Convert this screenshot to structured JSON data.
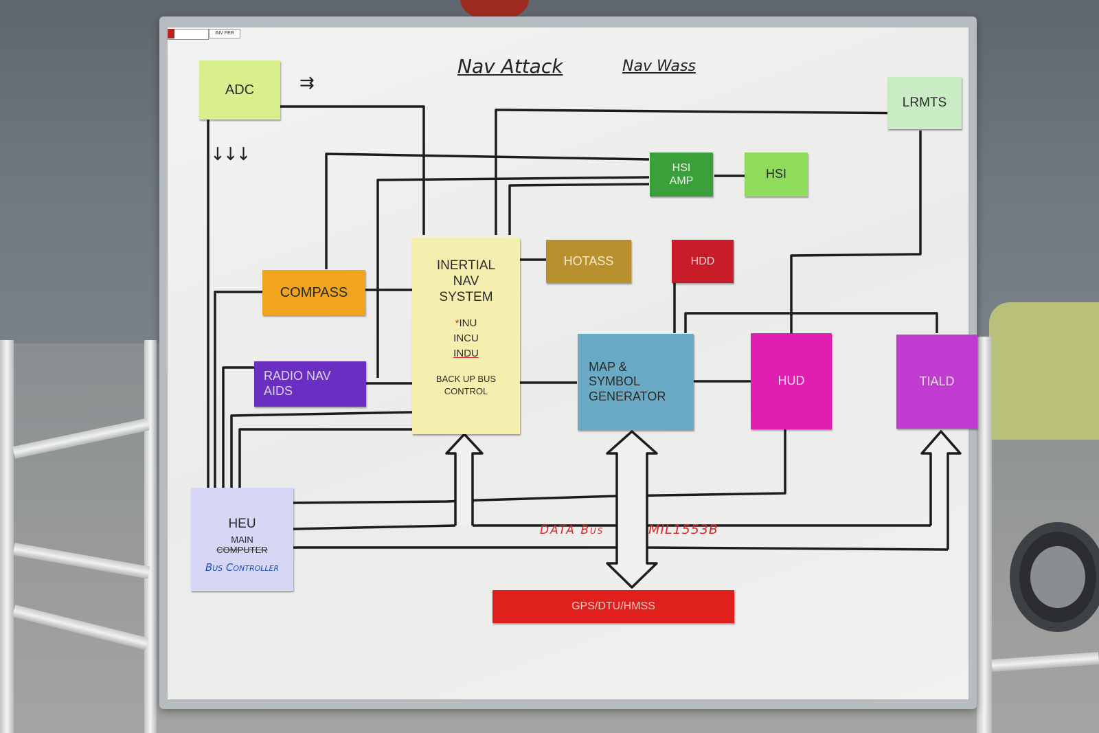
{
  "board": {
    "tag": "INV FER",
    "heading_left": "Nav Attack",
    "heading_right": "Nav Wass"
  },
  "boxes": {
    "adc": {
      "label": "ADC",
      "color": "#d9ef8e"
    },
    "lrmts": {
      "label": "LRMTS",
      "color": "#c9ecc4"
    },
    "hsi_amp": {
      "label_line1": "HSI",
      "label_line2": "AMP",
      "color": "#3aa03a"
    },
    "hsi": {
      "label": "HSI",
      "color": "#8fdc5b"
    },
    "compass": {
      "label": "COMPASS",
      "color": "#f1a51f"
    },
    "radio_nav_aids": {
      "label_line1": "RADIO NAV",
      "label_line2": "AIDS",
      "color": "#6a2fc2"
    },
    "ins": {
      "title_line1": "INERTIAL",
      "title_line2": "NAV",
      "title_line3": "SYSTEM",
      "star": "*",
      "item1": "INU",
      "item2": "INCU",
      "item3": "INDU",
      "backup_line1": "BACK UP BUS",
      "backup_line2": "CONTROL",
      "color": "#f4efae"
    },
    "hotass": {
      "label": "HOTASS",
      "color": "#b8912e"
    },
    "hdd": {
      "label": "HDD",
      "color": "#c81c29"
    },
    "map_symbol": {
      "label_line1": "MAP &",
      "label_line2": "SYMBOL",
      "label_line3": "GENERATOR",
      "color": "#6aaac4"
    },
    "hud": {
      "label": "HUD",
      "color": "#e01fb0"
    },
    "tiald": {
      "label": "TIALD",
      "color": "#c23bd0"
    },
    "heu": {
      "label": "HEU",
      "line2": "MAIN",
      "line3": "COMPUTER",
      "handwriting": "Bus Controller",
      "color": "#d5d7f4"
    },
    "gps": {
      "label": "GPS/DTU/HMSS",
      "color": "#e0201c"
    }
  },
  "annotations": {
    "data_bus": "DATA Bus",
    "mil_std": "MIL1553B",
    "adc_arrows_right": "⇉",
    "adc_arrows_down": "↓↓↓"
  }
}
